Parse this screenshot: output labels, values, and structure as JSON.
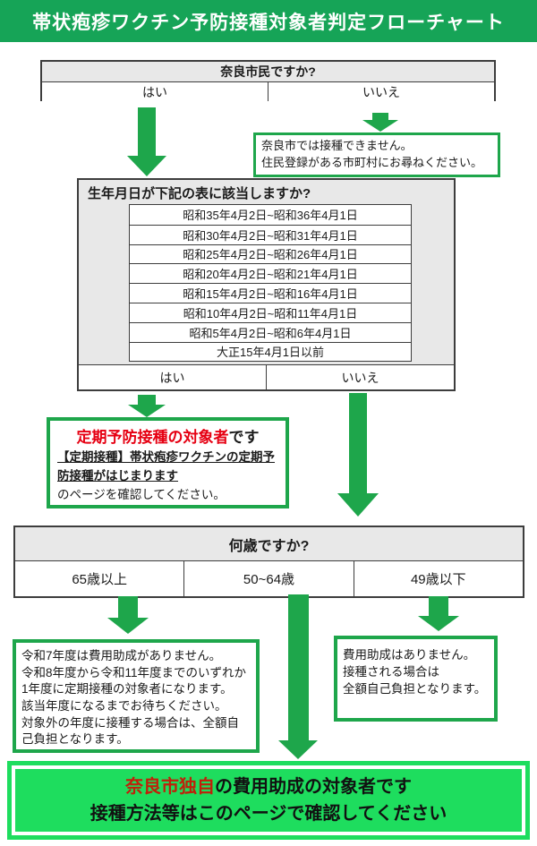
{
  "title": "帯状疱疹ワクチン予防接種対象者判定フローチャート",
  "colors": {
    "title_bar_green": "#16a457",
    "arrow_and_border_green": "#1ea64b",
    "final_box_green": "#1edd5e",
    "header_gray": "#e8e8e8",
    "emphasis_red": "#e60012",
    "final_red": "#c0200a"
  },
  "q1": {
    "question": "奈良市民ですか?",
    "yes": "はい",
    "no": "いいえ"
  },
  "not_nara": {
    "text": "奈良市では接種できません。\n住民登録がある市町村にお尋ねください。"
  },
  "q2": {
    "question": "生年月日が下記の表に該当しますか?",
    "rows": [
      "昭和35年4月2日~昭和36年4月1日",
      "昭和30年4月2日~昭和31年4月1日",
      "昭和25年4月2日~昭和26年4月1日",
      "昭和20年4月2日~昭和21年4月1日",
      "昭和15年4月2日~昭和16年4月1日",
      "昭和10年4月2日~昭和11年4月1日",
      "昭和5年4月2日~昭和6年4月1日",
      "大正15年4月1日以前"
    ],
    "yes": "はい",
    "no": "いいえ"
  },
  "routine_target": {
    "title_red": "定期予防接種の対象者",
    "title_rest": "です",
    "link": "【定期接種】帯状疱疹ワクチンの定期予防接種がはじまります",
    "rest": "のページを確認してください。"
  },
  "q3": {
    "question": "何歳ですか?",
    "options": [
      "65歳以上",
      "50~64歳",
      "49歳以下"
    ]
  },
  "age65": {
    "text": "令和7年度は費用助成がありません。\n令和8年度から令和11年度までのいずれか1年度に定期接種の対象者になります。\n該当年度になるまでお待ちください。\n対象外の年度に接種する場合は、全額自己負担となります。"
  },
  "age49": {
    "text": "費用助成はありません。\n接種される場合は\n全額自己負担となります。"
  },
  "final": {
    "red": "奈良市独自",
    "rest": "の費用助成の対象者です",
    "line2": "接種方法等はこのページで確認してください"
  }
}
